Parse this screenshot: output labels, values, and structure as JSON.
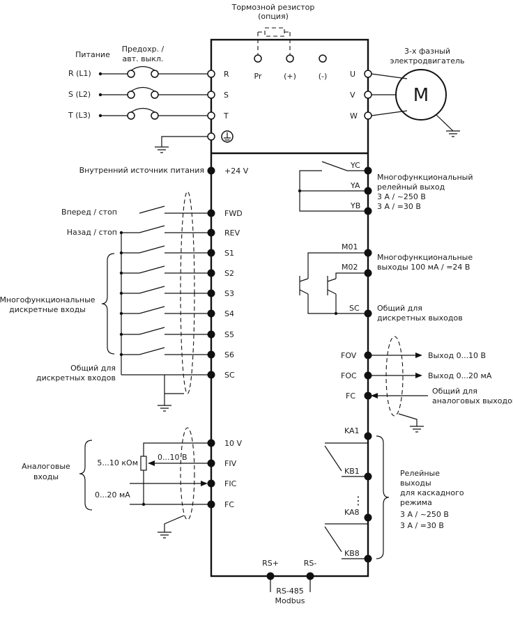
{
  "top": {
    "brake_resistor": "Тормозной резистор",
    "brake_option": "(опция)",
    "power_label": "Питание",
    "fuse_label_1": "Предохр. /",
    "fuse_label_2": "авт. выкл.",
    "motor_label_1": "3-х фазный",
    "motor_label_2": "электродвигатель",
    "motor_symbol": "M"
  },
  "supply_lines": [
    "R (L1)",
    "S (L2)",
    "T (L3)"
  ],
  "power_terminals": {
    "inputs": [
      "R",
      "S",
      "T"
    ],
    "brake": [
      "Pr",
      "(+)",
      "(-)"
    ],
    "outputs": [
      "U",
      "V",
      "W"
    ]
  },
  "left": {
    "internal_supply": "Внутренний источник питания",
    "forward": "Вперед / стоп",
    "reverse": "Назад / стоп",
    "multi_inputs_1": "Многофункциональные",
    "multi_inputs_2": "дискретные входы",
    "common_1": "Общий для",
    "common_2": "дискретных входов",
    "analog_1": "Аналоговые",
    "analog_2": "входы",
    "pot_range": "5...10 кОм",
    "volt_range": "0...10 В",
    "current_range": "0...20 мА"
  },
  "terminals_left": [
    "+24 V",
    "FWD",
    "REV",
    "S1",
    "S2",
    "S3",
    "S4",
    "S5",
    "S6",
    "SC",
    "10 V",
    "FIV",
    "FIC",
    "FC"
  ],
  "right": {
    "relay_1": "Многофункциональный",
    "relay_2": "релейный выход",
    "relay_3": "3 А / ~250 В",
    "relay_4": "3 А / =30 В",
    "outputs_1": "Многофункциональные",
    "outputs_2": "выходы 100 мА / =24 В",
    "common_out_1": "Общий для",
    "common_out_2": "дискретных выходов",
    "out_v": "Выход 0...10 В",
    "out_a": "Выход 0...20 мА",
    "common_an_1": "Общий для",
    "common_an_2": "аналоговых выходов",
    "cascade_1": "Релейные",
    "cascade_2": "выходы",
    "cascade_3": "для каскадного",
    "cascade_4": "режима",
    "cascade_5": "3 А / ~250 В",
    "cascade_6": "3 А / =30 В",
    "ellipsis": "⋮"
  },
  "terminals_right": [
    "YC",
    "YA",
    "YB",
    "M01",
    "M02",
    "SC",
    "FOV",
    "FOC",
    "FC",
    "KA1",
    "KB1",
    "KA8",
    "KB8"
  ],
  "bottom": {
    "rs_plus": "RS+",
    "rs_minus": "RS-",
    "rs485": "RS-485",
    "modbus": "Modbus"
  }
}
